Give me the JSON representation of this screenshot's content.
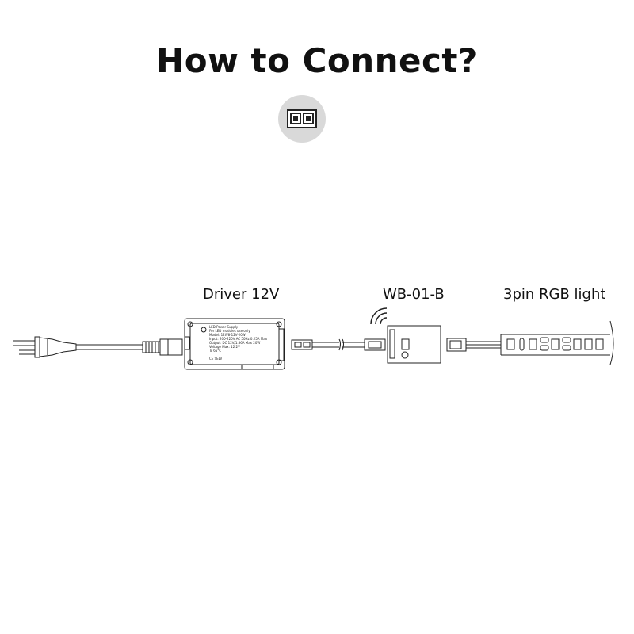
{
  "title": "How to Connect?",
  "connector_icon": "2pin-connector-icon",
  "labels": {
    "driver": "Driver 12V",
    "controller": "WB-01-B",
    "light": "3pin RGB light"
  },
  "driver_plate": {
    "line1": "LED Power Supply",
    "line2": "For LED modules use only",
    "line3": "Model: 12W8-12V-20W",
    "line4": "Input: 200-220V AC 50Hz 0.25A Max",
    "line5": "Output: DC 12V/1.86A Max 20W",
    "line6": "Voltage Max: 12.2V",
    "line7": "Tc 65°C",
    "marks": "CE SELV"
  }
}
